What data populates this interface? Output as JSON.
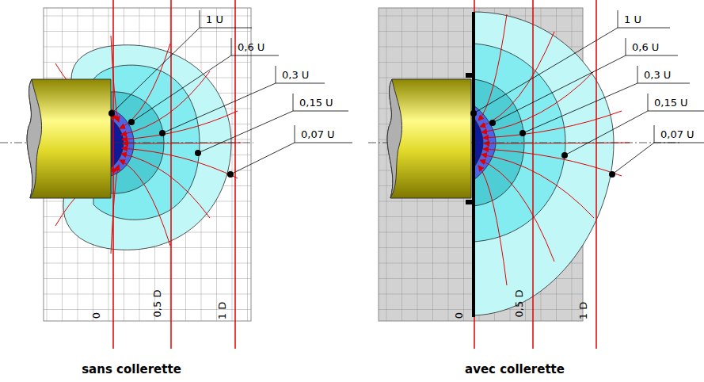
{
  "diagram": {
    "labels": [
      "1 U",
      "0,6 U",
      "0,3 U",
      "0,15 U",
      "0,07 U",
      "0",
      "0,5 D",
      "1 D",
      "sans collerette",
      "1 U",
      "0,6 U",
      "0,3 U",
      "0,15 U",
      "0,07 U",
      "0",
      "0,5 D",
      "1 D",
      "avec collerette"
    ]
  }
}
